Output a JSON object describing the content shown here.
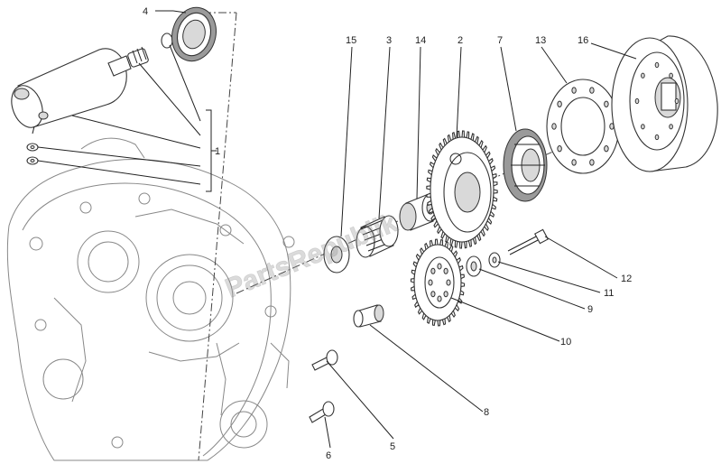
{
  "callouts": {
    "c1": "1",
    "c2": "2",
    "c3": "3",
    "c4": "4",
    "c5": "5",
    "c6": "6",
    "c7": "7",
    "c8": "8",
    "c9": "9",
    "c10": "10",
    "c11": "11",
    "c12": "12",
    "c13": "13",
    "c14": "14",
    "c15": "15",
    "c16": "16"
  },
  "watermark": {
    "text": "PartsRepublik"
  }
}
